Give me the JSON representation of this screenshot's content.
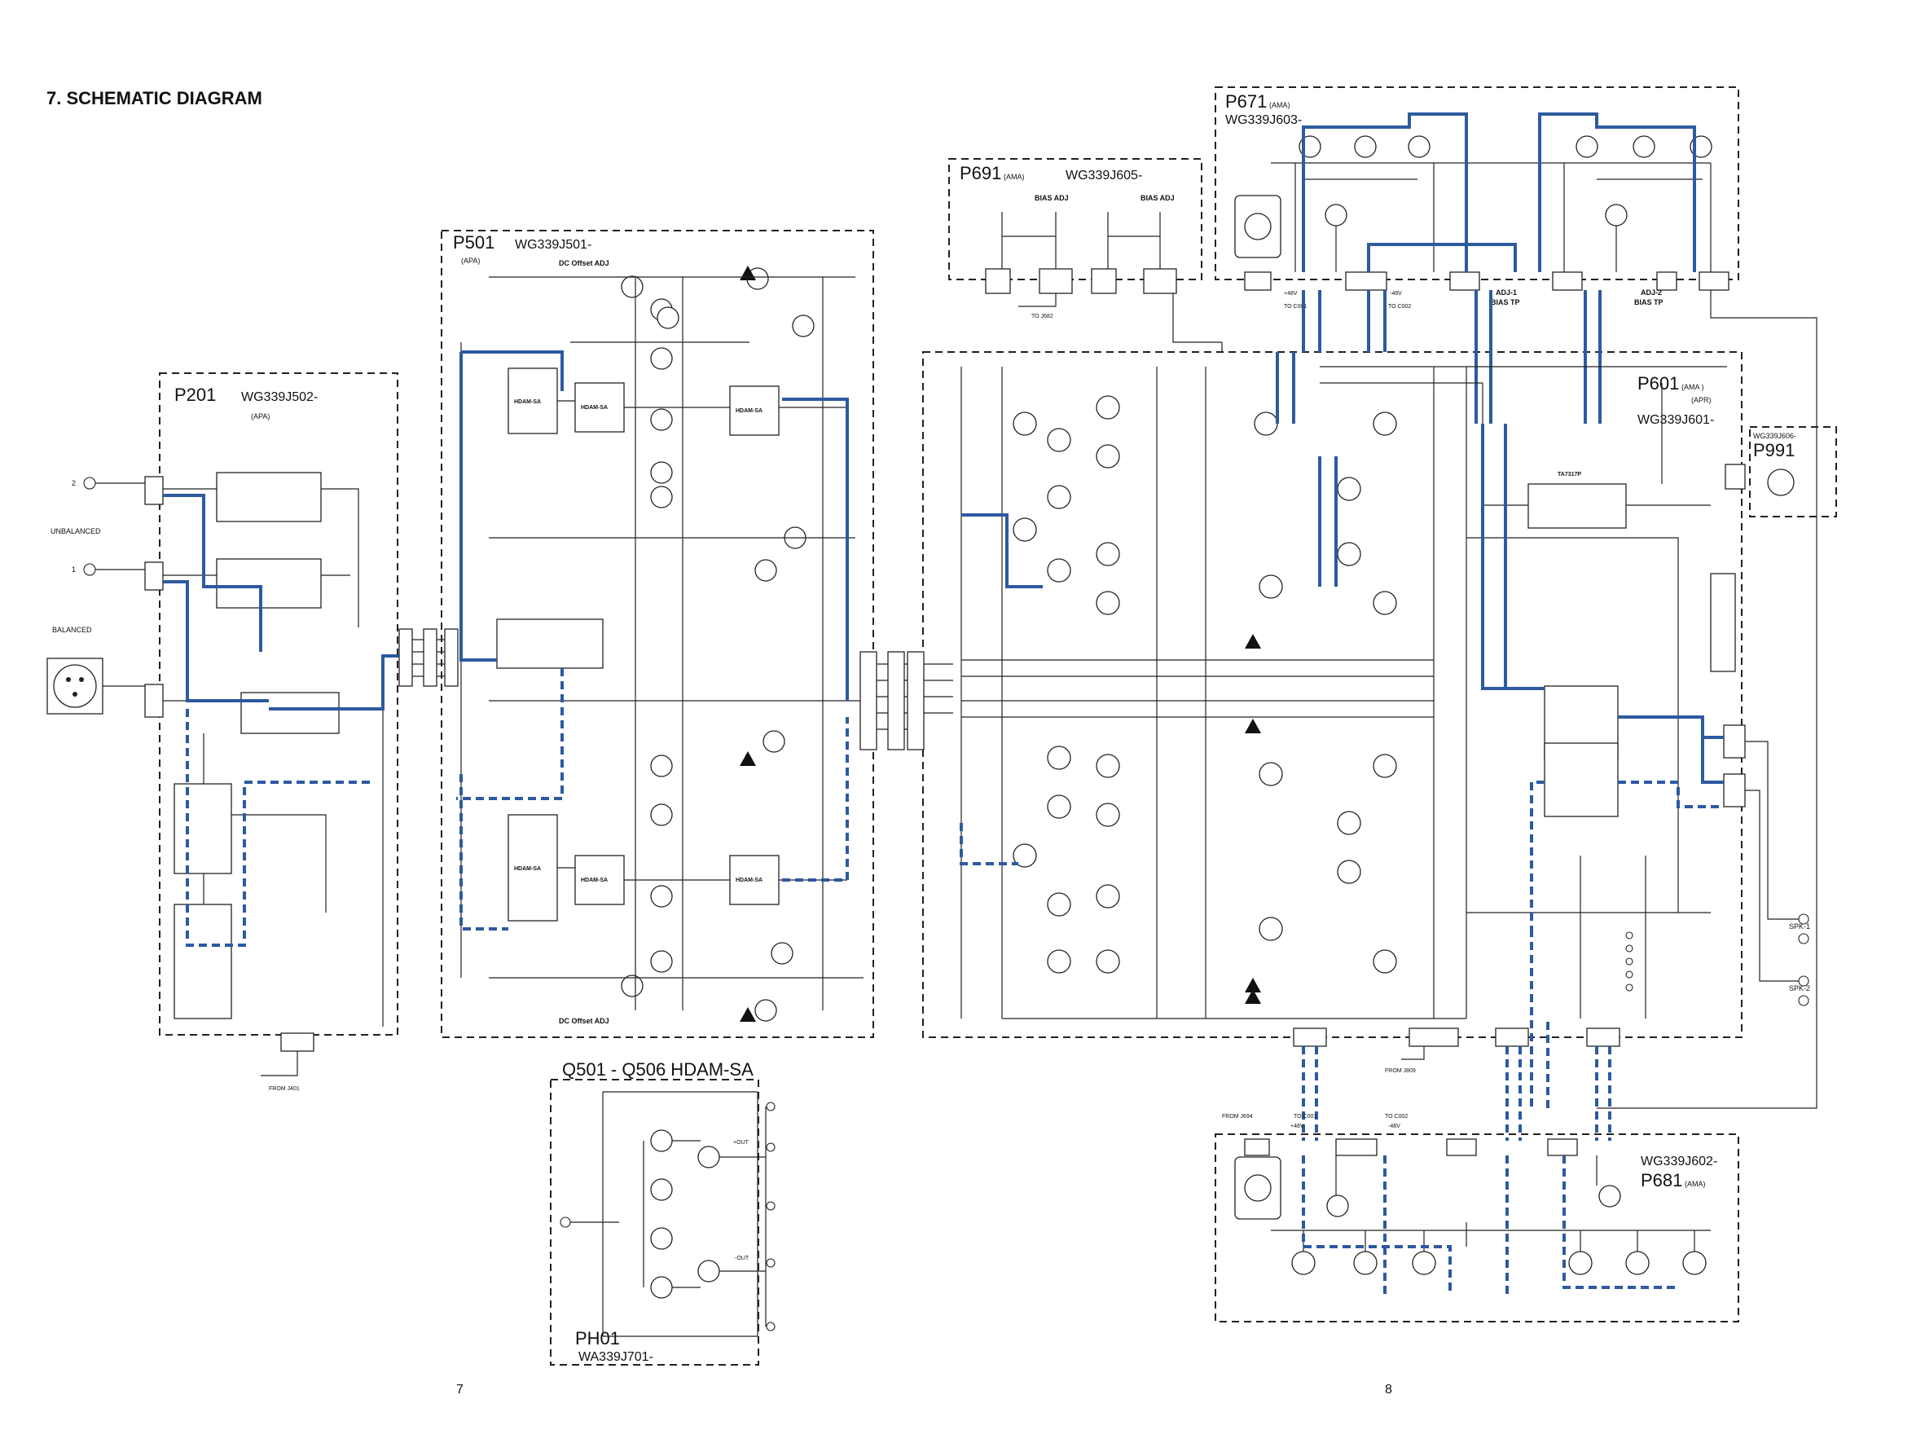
{
  "page": {
    "title": "7. SCHEMATIC DIAGRAM",
    "page_left": "7",
    "page_right": "8"
  },
  "boards": {
    "p201": {
      "id": "P201",
      "part": "WG339J502-",
      "type": "(APA)"
    },
    "p501": {
      "id": "P501",
      "part": "WG339J501-",
      "type": "(APA)"
    },
    "p691": {
      "id": "P691",
      "type": "(AMA)",
      "part": "WG339J605-"
    },
    "p671": {
      "id": "P671",
      "type": "(AMA)",
      "part": "WG339J603-"
    },
    "p601": {
      "id": "P601",
      "type": "(AMA )",
      "type2": "(APR)",
      "part": "WG339J601-"
    },
    "p991": {
      "id": "P991",
      "part": "WG339J606-"
    },
    "p681": {
      "id": "P681",
      "type": "(AMA)",
      "part": "WG339J602-"
    },
    "ph01": {
      "id": "PH01",
      "part": "WA339J701-",
      "header": "Q501 - Q506  HDAM-SA"
    }
  },
  "labels": {
    "unbalanced": "UNBALANCED",
    "balanced": "BALANCED",
    "in2": "2",
    "in1": "1",
    "dc_offset_adj": "DC Offset ADJ",
    "bias_adj": "BIAS ADJ",
    "adj1": "ADJ-1",
    "adj2": "ADJ-2",
    "bias_tp": "BIAS TP",
    "hdam": "HDAM-SA",
    "ic": "TA7317P",
    "spk1": "SPK-1",
    "spk2": "SPK-2",
    "to_j682": "TO J682",
    "to_c001": "TO C001",
    "to_c002": "TO C002",
    "from_j401": "FROM J401",
    "from_j809": "FROM J809",
    "from_j694": "FROM J694",
    "plus48v": "+48V",
    "minus48v": "-48V",
    "out_plus": "+OUT",
    "out_minus": "-OUT"
  }
}
